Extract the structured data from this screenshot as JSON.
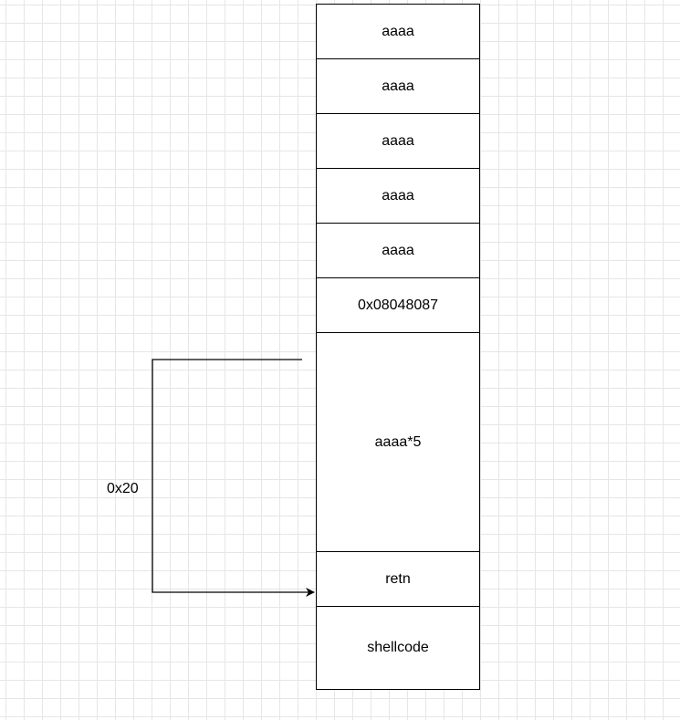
{
  "stack": {
    "cells": [
      {
        "label": "aaaa",
        "kind": "padding"
      },
      {
        "label": "aaaa",
        "kind": "padding"
      },
      {
        "label": "aaaa",
        "kind": "padding"
      },
      {
        "label": "aaaa",
        "kind": "padding"
      },
      {
        "label": "aaaa",
        "kind": "padding"
      },
      {
        "label": "0x08048087",
        "kind": "address"
      },
      {
        "label": "aaaa*5",
        "kind": "padding-block"
      },
      {
        "label": "retn",
        "kind": "return"
      },
      {
        "label": "shellcode",
        "kind": "payload"
      }
    ]
  },
  "arrow": {
    "label": "0x20"
  }
}
